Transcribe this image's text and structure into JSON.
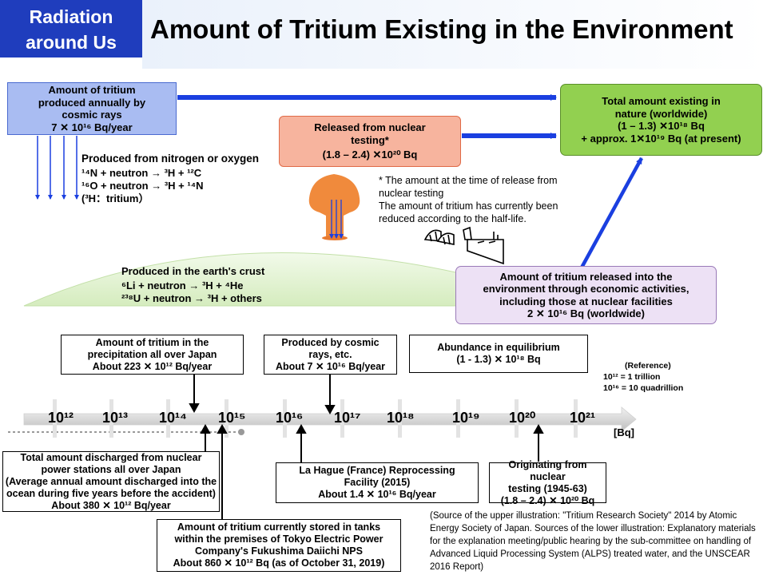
{
  "header": {
    "tag_line1": "Radiation",
    "tag_line2": "around Us",
    "title": "Amount of Tritium Existing in the Environment"
  },
  "upper": {
    "cosmic_box": [
      "Amount of tritium",
      "produced annually by",
      "cosmic rays",
      "7 ✕ 10¹⁶ Bq/year"
    ],
    "nuclear_box": [
      "Released from nuclear",
      "testing*",
      "(1.8 – 2.4) ✕10²⁰ Bq"
    ],
    "nature_box": [
      "Total amount existing in",
      "nature (worldwide)",
      "(1 – 1.3) ✕10¹⁸ Bq",
      "+ approx. 1✕10¹⁹ Bq (at present)"
    ],
    "economic_box": [
      "Amount of tritium released into the",
      "environment through economic activities,",
      "including those at nuclear facilities",
      "2 ✕ 10¹⁶ Bq (worldwide)"
    ],
    "nitrogen_text": [
      "Produced from nitrogen or oxygen",
      "¹⁴N + neutron → ³H + ¹²C",
      "¹⁶O + neutron → ³H + ¹⁴N",
      "(³H：tritium）"
    ],
    "testing_note": [
      "* The amount at the time of release from",
      "nuclear testing",
      "The amount of tritium has currently been",
      "reduced according to the half-life."
    ],
    "crust_text": [
      "Produced in the earth's crust",
      "⁶Li + neutron → ³H + ⁴He",
      "²³⁸U + neutron → ³H + others"
    ]
  },
  "scale": {
    "tick_labels": [
      "10¹²",
      "10¹³",
      "10¹⁴",
      "10¹⁵",
      "10¹⁶",
      "10¹⁷",
      "10¹⁸",
      "10¹⁹",
      "10²⁰",
      "10²¹"
    ],
    "unit": "[Bq]",
    "reference": [
      "(Reference)",
      "10¹² = 1 trillion",
      "10¹⁶ = 10 quadrillion"
    ]
  },
  "callouts": {
    "precipitation": [
      "Amount of tritium in the",
      "precipitation all over Japan",
      "About 223 ✕ 10¹² Bq/year"
    ],
    "cosmic": [
      "Produced by cosmic",
      "rays, etc.",
      "About 7 ✕ 10¹⁶ Bq/year"
    ],
    "equilibrium": [
      "Abundance in equilibrium",
      "(1 - 1.3) ✕ 10¹⁸ Bq"
    ],
    "discharged": [
      "Total amount discharged from nuclear",
      "power stations all over Japan",
      "(Average annual amount discharged into the",
      "ocean during five years before the accident)",
      "About 380 ✕ 10¹² Bq/year"
    ],
    "fukushima": [
      "Amount of tritium currently stored in tanks",
      "within the premises of Tokyo Electric Power",
      "Company's Fukushima Daiichi NPS",
      "About 860 ✕ 10¹² Bq (as of October 31, 2019)"
    ],
    "lahague": [
      "La Hague (France) Reprocessing",
      "Facility (2015)",
      "About 1.4 ✕ 10¹⁶ Bq/year"
    ],
    "testing": [
      "Originating from nuclear",
      "testing (1945-63)",
      "(1.8 – 2.4) ✕ 10²⁰ Bq"
    ]
  },
  "source": "(Source of the upper illustration: \"Tritium Research Society\" 2014 by Atomic Energy Society of Japan. Sources of the lower illustration: Explanatory materials for the explanation meeting/public hearing by the sub-committee on handling of Advanced Liquid Processing System (ALPS) treated water, and the UNSCEAR 2016 Report)",
  "colors": {
    "header_blue": "#1f3dbd",
    "arrow_blue": "#1a3fe0",
    "cosmic_fill": "#a9bcf2",
    "nuclear_fill": "#f7b49e",
    "nature_fill": "#92d050",
    "economic_fill": "#ede1f5",
    "mushroom": "#f08a3c",
    "ground": "#ddf0c8"
  }
}
